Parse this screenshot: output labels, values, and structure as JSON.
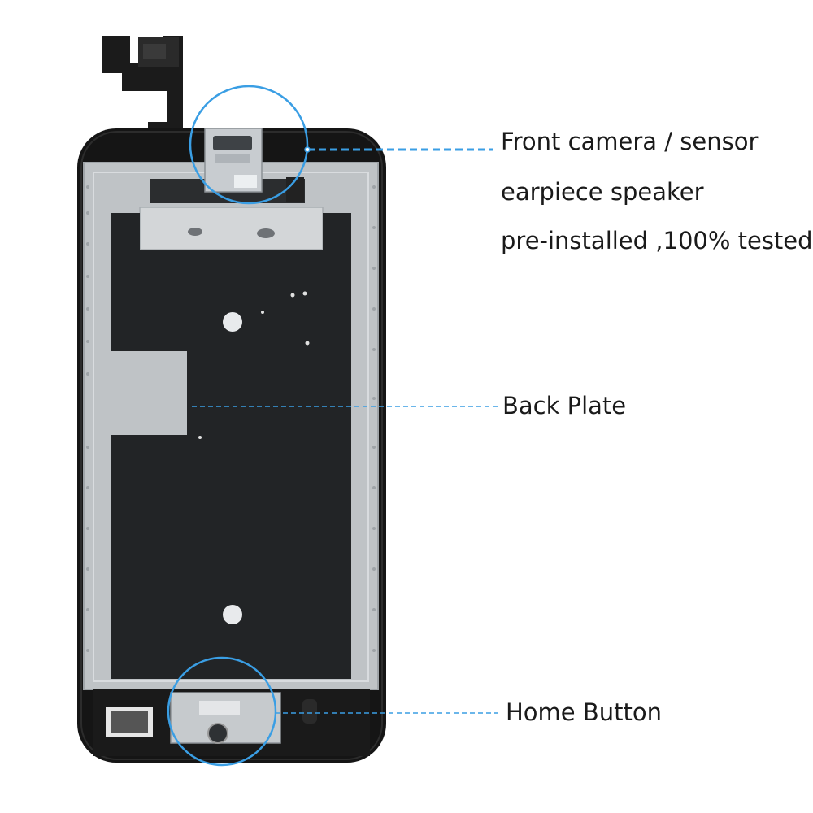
{
  "callouts": {
    "front_camera": {
      "lines": [
        "Front camera / sensor",
        "earpiece speaker",
        "pre-installed ,100% tested"
      ]
    },
    "back_plate": {
      "label": "Back Plate"
    },
    "home_button": {
      "label": "Home Button"
    }
  },
  "colors": {
    "callout_line": "#3a9ee4",
    "label_text": "#1a1a1a",
    "frame": "#151515",
    "shield": "#bfc3c6",
    "back_plate": "#222426",
    "background": "#ffffff"
  }
}
